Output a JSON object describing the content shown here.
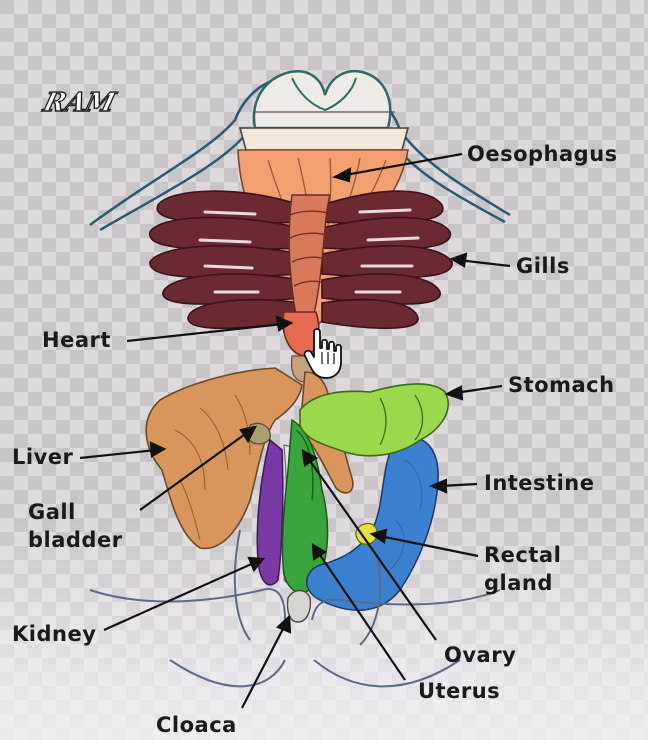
{
  "logo": {
    "text": "RAM"
  },
  "labels": {
    "oesophagus": "Oesophagus",
    "gills": "Gills",
    "heart": "Heart",
    "stomach": "Stomach",
    "liver": "Liver",
    "intestine": "Intestine",
    "gall_bladder_line1": "Gall",
    "gall_bladder_line2": "bladder",
    "rectal_gland_line1": "Rectal",
    "rectal_gland_line2": "gland",
    "kidney": "Kidney",
    "ovary": "Ovary",
    "uterus": "Uterus",
    "cloaca": "Cloaca"
  },
  "colors": {
    "background": "#dcd8dc",
    "checker": "#c6c2c6",
    "oesophagus": "#f2a070",
    "gills": "#6a2a30",
    "liver": "#d8965c",
    "stomach": "#9cd84c",
    "intestine": "#3c80d0",
    "kidney": "#7a3aa6",
    "uterus": "#3aa43c",
    "rectal_gland": "#e8e040",
    "body_outline": "#2a5a72"
  },
  "icons": {
    "cursor": "hand-pointer-icon"
  }
}
